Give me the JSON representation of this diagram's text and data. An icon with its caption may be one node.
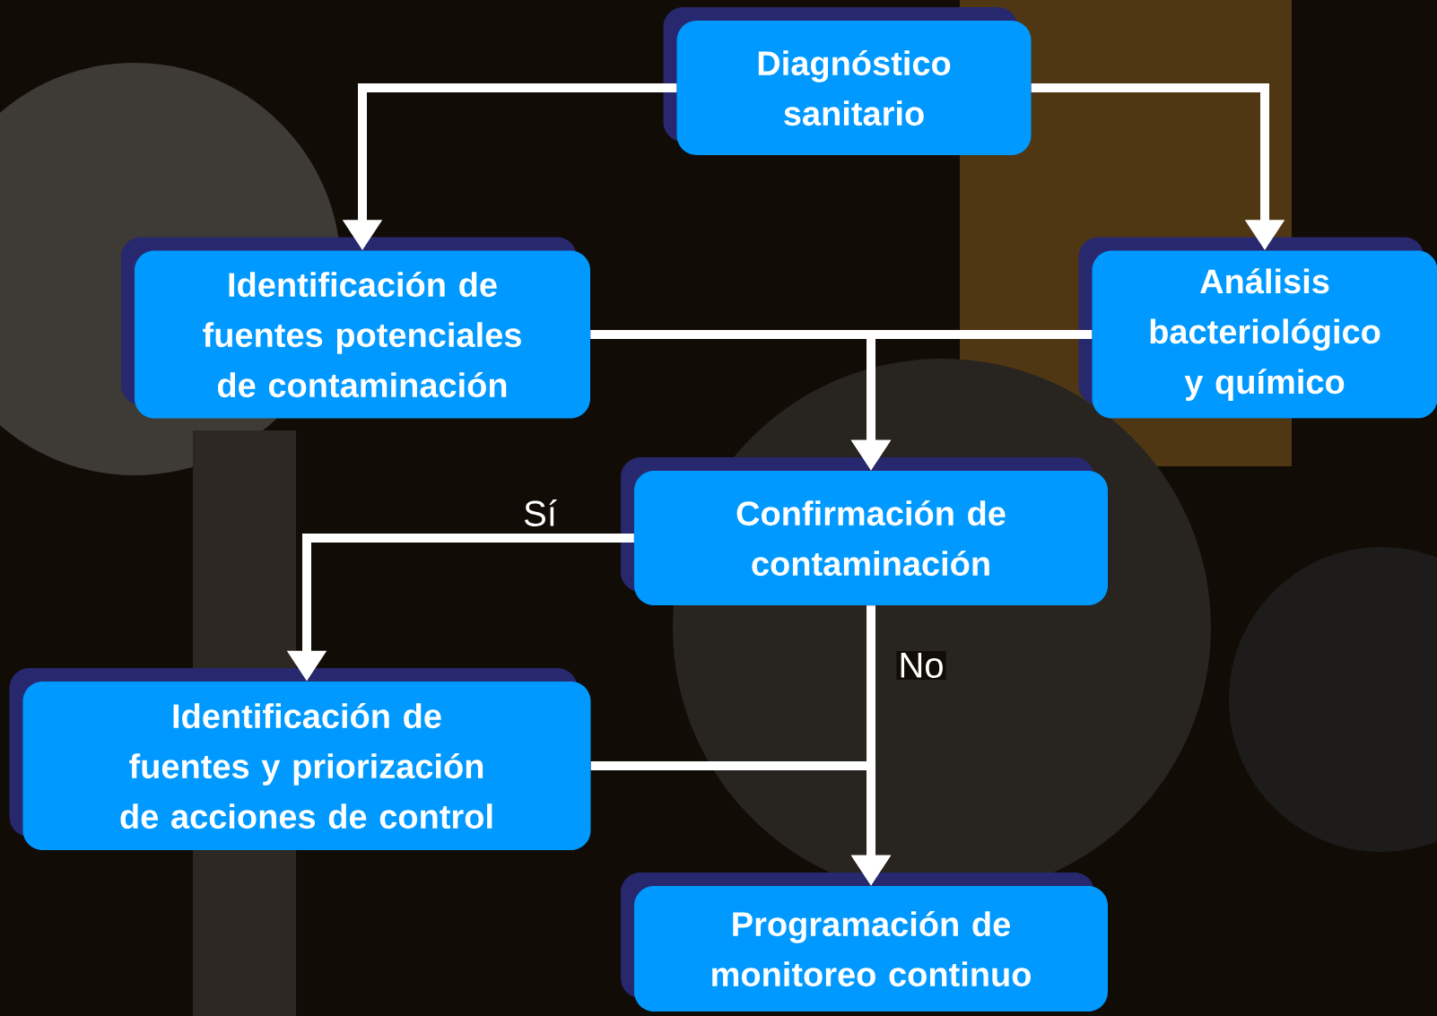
{
  "diagram": {
    "nodes": [
      {
        "text": [
          "Diagnóstico sanitario"
        ]
      },
      {
        "text": [
          "Identificación de fuentes potenciales de contaminación"
        ]
      },
      {
        "text": [
          "Análisis bacteriológico y químico"
        ]
      },
      {
        "text": [
          "Confirmación de contaminación"
        ]
      },
      {
        "text": [
          "Identificación de fuentes y priorización de acciones de control"
        ]
      },
      {
        "text": [
          "Programación de monitoreo continuo"
        ]
      }
    ],
    "edges": [
      {
        "from": 0,
        "to": 1,
        "arrow": "to"
      },
      {
        "from": 0,
        "to": 2,
        "arrow": "to"
      },
      {
        "from": 1,
        "to": 3,
        "arrow": "to"
      },
      {
        "from": 2,
        "to": 3,
        "arrow": "to"
      },
      {
        "from": 3,
        "to": 4,
        "arrow": "to",
        "label": "Sí"
      },
      {
        "from": 3,
        "to": 5,
        "arrow": "to",
        "label": "No"
      },
      {
        "from": 4,
        "to": 5,
        "arrow": "to"
      }
    ]
  }
}
